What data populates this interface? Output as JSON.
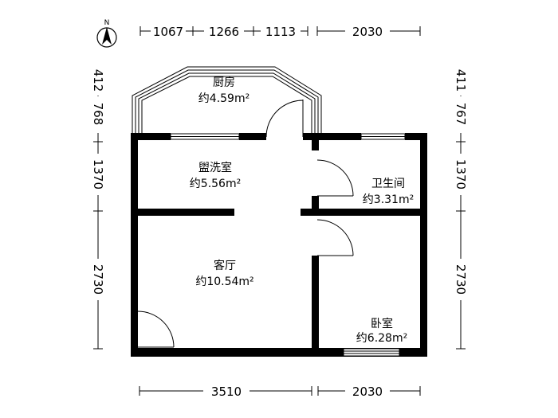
{
  "compass": {
    "label": "N"
  },
  "dimensions": {
    "top": [
      "1067",
      "1266",
      "1113",
      "2030"
    ],
    "bottom": [
      "3510",
      "2030"
    ],
    "left": [
      "412",
      "768",
      "1370",
      "2730"
    ],
    "right": [
      "411",
      "767",
      "1370",
      "2730"
    ]
  },
  "rooms": {
    "kitchen": {
      "name": "厨房",
      "area": "约4.59m²"
    },
    "washroom": {
      "name": "盥洗室",
      "area": "约5.56m²"
    },
    "bathroom": {
      "name": "卫生间",
      "area": "约3.31m²"
    },
    "living": {
      "name": "客厅",
      "area": "约10.54m²"
    },
    "bedroom": {
      "name": "卧室",
      "area": "约6.28m²"
    }
  }
}
